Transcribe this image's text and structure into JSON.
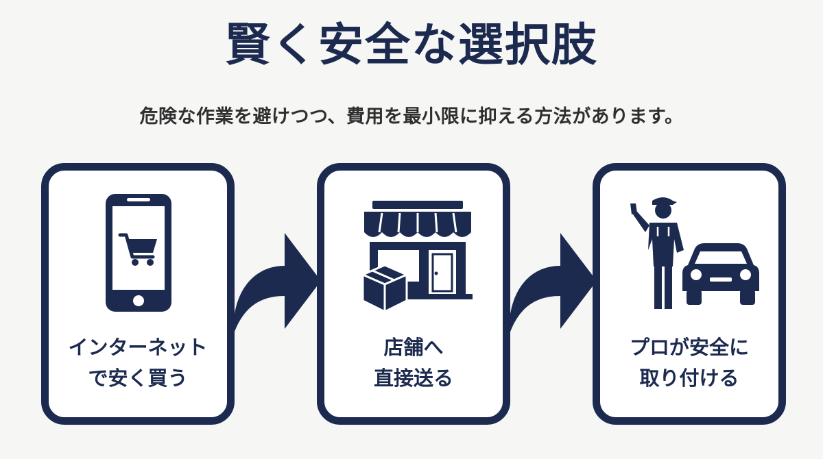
{
  "header": {
    "title": "賢く安全な選択肢",
    "subtitle": "危険な作業を避けつつ、費用を最小限に抑える方法があります。"
  },
  "steps": [
    {
      "icon": "smartphone-cart-icon",
      "label_line1": "インターネット",
      "label_line2": "で安く買う"
    },
    {
      "icon": "store-package-icon",
      "label_line1": "店舗へ",
      "label_line2": "直接送る"
    },
    {
      "icon": "mechanic-car-icon",
      "label_line1": "プロが安全に",
      "label_line2": "取り付ける"
    }
  ],
  "colors": {
    "navy": "#1b2a4e",
    "background": "#f6f6f5",
    "card": "#ffffff",
    "subtitle_text": "#2f2f2f"
  }
}
